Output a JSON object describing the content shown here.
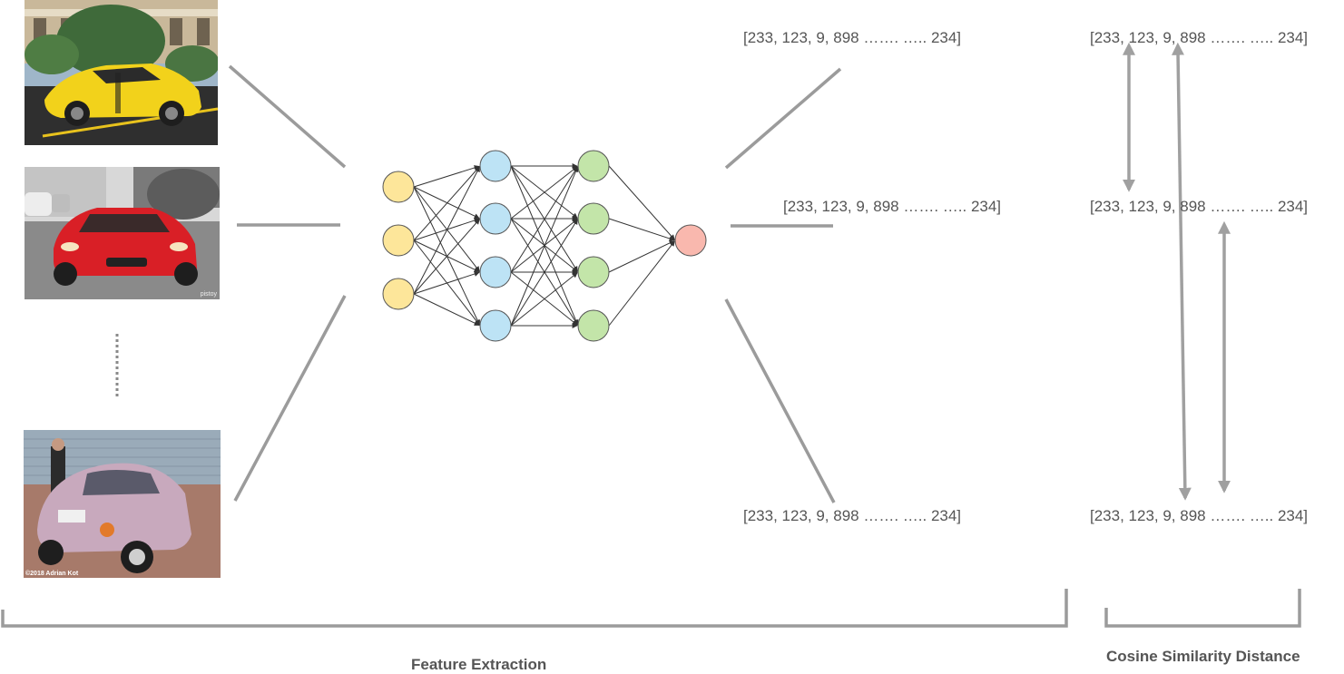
{
  "images": [
    {
      "name": "yellow-sports-car-photo",
      "colors": {
        "car": "#f2d21b",
        "sky": "#9fb6c9",
        "ground": "#2f2f2f"
      }
    },
    {
      "name": "red-sports-car-photo",
      "colors": {
        "car": "#d91f26",
        "sky": "#d8d8d8",
        "ground": "#8a8a8a"
      },
      "watermark": "pistoy"
    },
    {
      "name": "vintage-beetle-photo",
      "colors": {
        "car": "#c8a9bd",
        "sky": "#bfcfdb",
        "ground": "#a77a6a"
      },
      "watermark": "©2018 Adrian Kot"
    }
  ],
  "network": {
    "layers": [
      {
        "name": "input-layer",
        "count": 3,
        "color": "#fde69a"
      },
      {
        "name": "hidden-layer-1",
        "count": 4,
        "color": "#bde3f5"
      },
      {
        "name": "hidden-layer-2",
        "count": 4,
        "color": "#c3e5a9"
      },
      {
        "name": "output-layer",
        "count": 1,
        "color": "#f9b8ae"
      }
    ]
  },
  "feature_vectors": [
    "[233, 123, 9, 898 ……. ….. 234]",
    "[233, 123, 9, 898 ……. ….. 234]",
    "[233, 123, 9, 898 ……. ….. 234]"
  ],
  "similarity_vectors": [
    "[233, 123, 9, 898 ……. ….. 234]",
    "[233, 123, 9, 898 ……. ….. 234]",
    "[233, 123, 9, 898 ……. ….. 234]"
  ],
  "labels": {
    "feature_extraction": "Feature Extraction",
    "cosine_similarity": "Cosine Similarity Distance"
  },
  "colors": {
    "connector": "#9b9b9b",
    "arrow": "#a0a0a0",
    "text": "#555555"
  }
}
